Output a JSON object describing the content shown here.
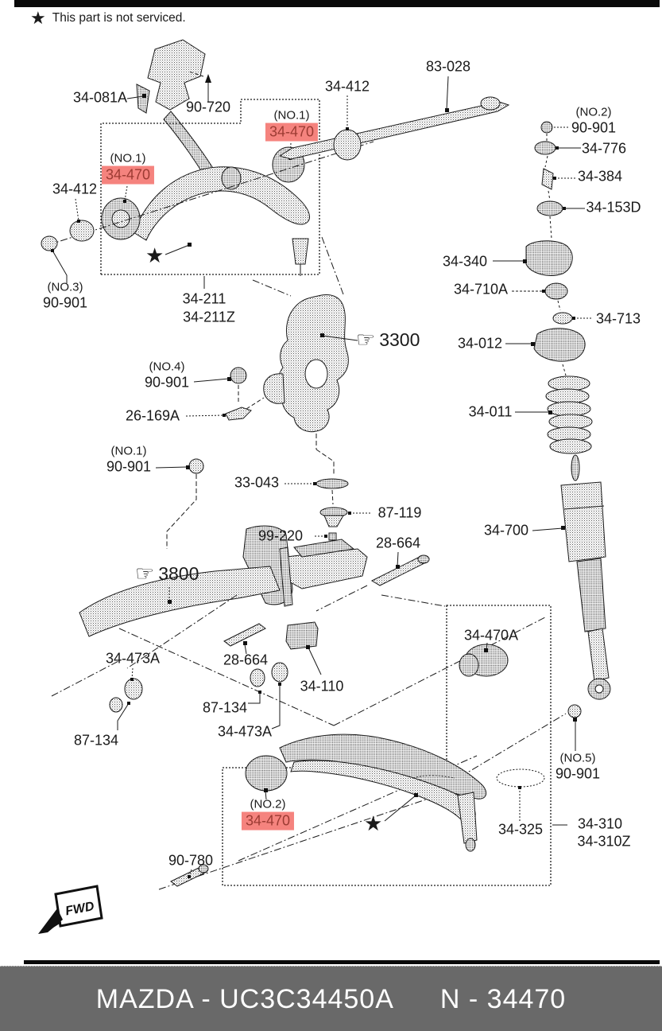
{
  "note": {
    "text": "This part is not serviced."
  },
  "icons": {
    "star": "★",
    "hand": "☞"
  },
  "fwd_label": "FWD",
  "callouts": {
    "knuckle_ref": "3300",
    "crossmember_ref": "3800"
  },
  "colors": {
    "highlight_bg": "#f5837e",
    "highlight_fg": "#9c3b33",
    "banner_bg": "#696969",
    "line": "#1a1a1a"
  },
  "banner": {
    "left": "MAZDA - UC3C34450A",
    "right": "N - 34470"
  },
  "labels": [
    {
      "text": "34-081A"
    },
    {
      "text": "90-720"
    },
    {
      "text": "34-412"
    },
    {
      "text": "83-028"
    },
    {
      "prefix": "(NO.2)",
      "text": "90-901"
    },
    {
      "text": "34-776"
    },
    {
      "text": "34-384"
    },
    {
      "text": "34-153D"
    },
    {
      "prefix": "(NO.1)",
      "text": "34-470",
      "highlighted": true
    },
    {
      "prefix": "(NO.1)",
      "text": "34-470",
      "highlighted": true
    },
    {
      "text": "34-412"
    },
    {
      "prefix": "(NO.3)",
      "text": "90-901"
    },
    {
      "text": "34-211"
    },
    {
      "text": "34-211Z"
    },
    {
      "text": "34-340"
    },
    {
      "text": "34-710A"
    },
    {
      "text": "34-713"
    },
    {
      "text": "34-012"
    },
    {
      "text": "34-011"
    },
    {
      "prefix": "(NO.4)",
      "text": "90-901"
    },
    {
      "text": "26-169A"
    },
    {
      "prefix": "(NO.1)",
      "text": "90-901"
    },
    {
      "text": "33-043"
    },
    {
      "text": "87-119"
    },
    {
      "text": "99-220"
    },
    {
      "text": "28-664"
    },
    {
      "text": "34-700"
    },
    {
      "text": "34-473A"
    },
    {
      "text": "28-664"
    },
    {
      "text": "34-110"
    },
    {
      "text": "87-134"
    },
    {
      "text": "34-473A"
    },
    {
      "text": "87-134"
    },
    {
      "text": "34-470A"
    },
    {
      "prefix": "(NO.5)",
      "text": "90-901"
    },
    {
      "prefix": "(NO.2)",
      "text": "34-470",
      "highlighted": true
    },
    {
      "text": "34-325"
    },
    {
      "text": "34-310"
    },
    {
      "text": "34-310Z"
    },
    {
      "text": "90-780"
    }
  ]
}
